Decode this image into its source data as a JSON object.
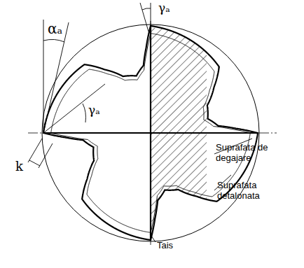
{
  "diagram": {
    "labels": [
      "γₐ",
      "αₐ",
      "γₐ",
      "k",
      "Suprafata de degajare",
      "Suprafata detalonata",
      "Tais"
    ]
  }
}
